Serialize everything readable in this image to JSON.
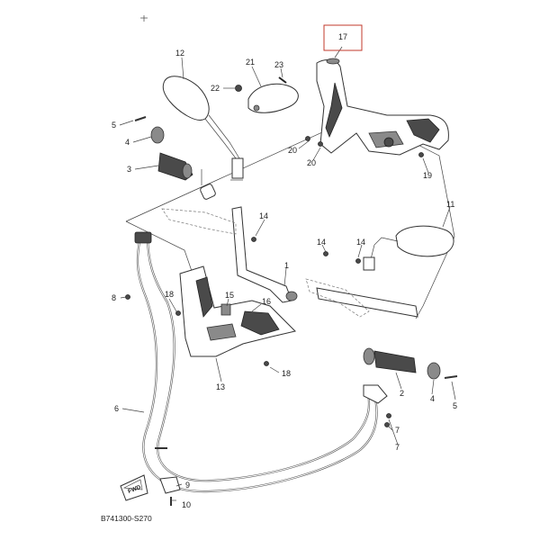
{
  "labels": {
    "p1": "1",
    "p2": "2",
    "p3": "3",
    "p4": "4",
    "p5": "5",
    "p6": "6",
    "p7": "7",
    "p8": "8",
    "p9": "9",
    "p10": "10",
    "p11": "11",
    "p12": "12",
    "p13": "13",
    "p14": "14",
    "p15": "15",
    "p16": "16",
    "p17": "17",
    "p18": "18",
    "p19": "19",
    "p20": "20",
    "p21": "21",
    "p22": "22",
    "p23": "23"
  },
  "arrow_label": "FWD",
  "diagram_code": "B741300-S270",
  "highlighted_part": "17",
  "colors": {
    "highlight": "#c0392b",
    "line": "#333333",
    "background": "#ffffff"
  }
}
